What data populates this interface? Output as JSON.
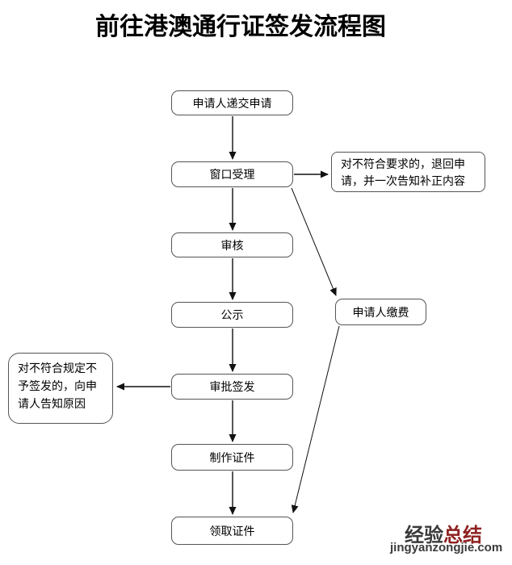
{
  "page": {
    "title": "前往港澳通行证签发流程图",
    "background": "#ffffff"
  },
  "flow": {
    "nodes": {
      "submit": {
        "label": "申请人递交申请"
      },
      "accept": {
        "label": "窗口受理"
      },
      "review": {
        "label": "审核"
      },
      "publicity": {
        "label": "公示"
      },
      "approve": {
        "label": "审批签发"
      },
      "produce": {
        "label": "制作证件"
      },
      "collect": {
        "label": "领取证件"
      },
      "pay": {
        "label": "申请人缴费"
      },
      "return_note": {
        "label": "对不符合要求的，退回申请，并一次告知补正内容",
        "lines": [
          "对不符合要求的，退回申",
          "请，并一次告知补正内容"
        ]
      },
      "reject_note": {
        "label": "对不符合规定不予签发的，向申请人告知原因",
        "lines": [
          "对不符合规定不",
          "予签发的，向申",
          "请人告知原因"
        ]
      }
    },
    "edges": [
      {
        "from": "submit",
        "to": "accept"
      },
      {
        "from": "accept",
        "to": "review"
      },
      {
        "from": "review",
        "to": "publicity"
      },
      {
        "from": "publicity",
        "to": "approve"
      },
      {
        "from": "approve",
        "to": "produce"
      },
      {
        "from": "produce",
        "to": "collect"
      },
      {
        "from": "accept",
        "to": "return_note"
      },
      {
        "from": "accept",
        "to": "pay"
      },
      {
        "from": "pay",
        "to": "collect"
      },
      {
        "from": "approve",
        "to": "reject_note"
      }
    ]
  },
  "watermark": {
    "brand_dark": "经验",
    "brand_red": "总结",
    "domain": "jingyanzongjie.com"
  },
  "colors": {
    "box_border": "#555555",
    "arrow": "#111111",
    "watermark_dark": "#3a3a3a",
    "watermark_red": "#8e2121"
  }
}
